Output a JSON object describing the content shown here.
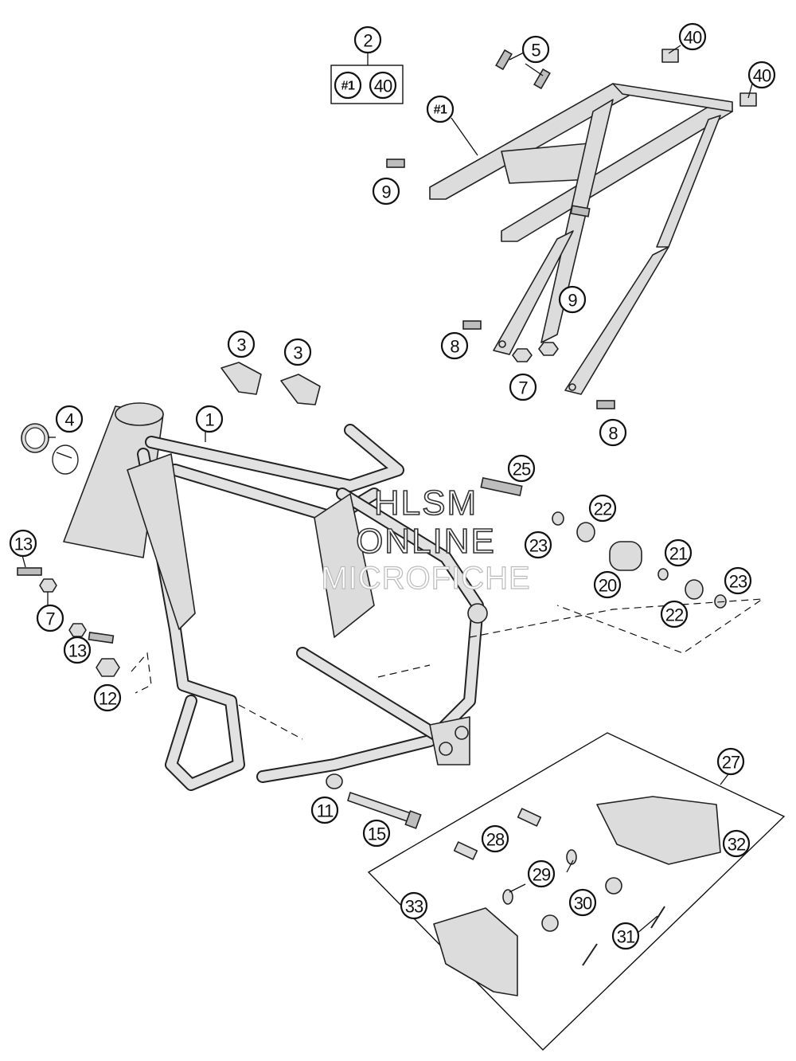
{
  "callouts": [
    {
      "label": "2"
    },
    {
      "label": "#1"
    },
    {
      "label": "40"
    },
    {
      "label": "5"
    },
    {
      "label": "40"
    },
    {
      "label": "40"
    },
    {
      "label": "#1"
    },
    {
      "label": "9"
    },
    {
      "label": "9"
    },
    {
      "label": "8"
    },
    {
      "label": "7"
    },
    {
      "label": "8"
    },
    {
      "label": "3"
    },
    {
      "label": "3"
    },
    {
      "label": "4"
    },
    {
      "label": "1"
    },
    {
      "label": "25"
    },
    {
      "label": "22"
    },
    {
      "label": "23"
    },
    {
      "label": "21"
    },
    {
      "label": "20"
    },
    {
      "label": "23"
    },
    {
      "label": "22"
    },
    {
      "label": "13"
    },
    {
      "label": "7"
    },
    {
      "label": "13"
    },
    {
      "label": "12"
    },
    {
      "label": "11"
    },
    {
      "label": "15"
    },
    {
      "label": "27"
    },
    {
      "label": "28"
    },
    {
      "label": "32"
    },
    {
      "label": "29"
    },
    {
      "label": "30"
    },
    {
      "label": "33"
    },
    {
      "label": "31"
    }
  ],
  "watermark": {
    "line1": "HLSM",
    "line2": "ONLINE",
    "line3": "MICROFICHE"
  },
  "colors": {
    "line": "#222222",
    "part_fill": "#dcdcdc",
    "background": "#ffffff"
  }
}
